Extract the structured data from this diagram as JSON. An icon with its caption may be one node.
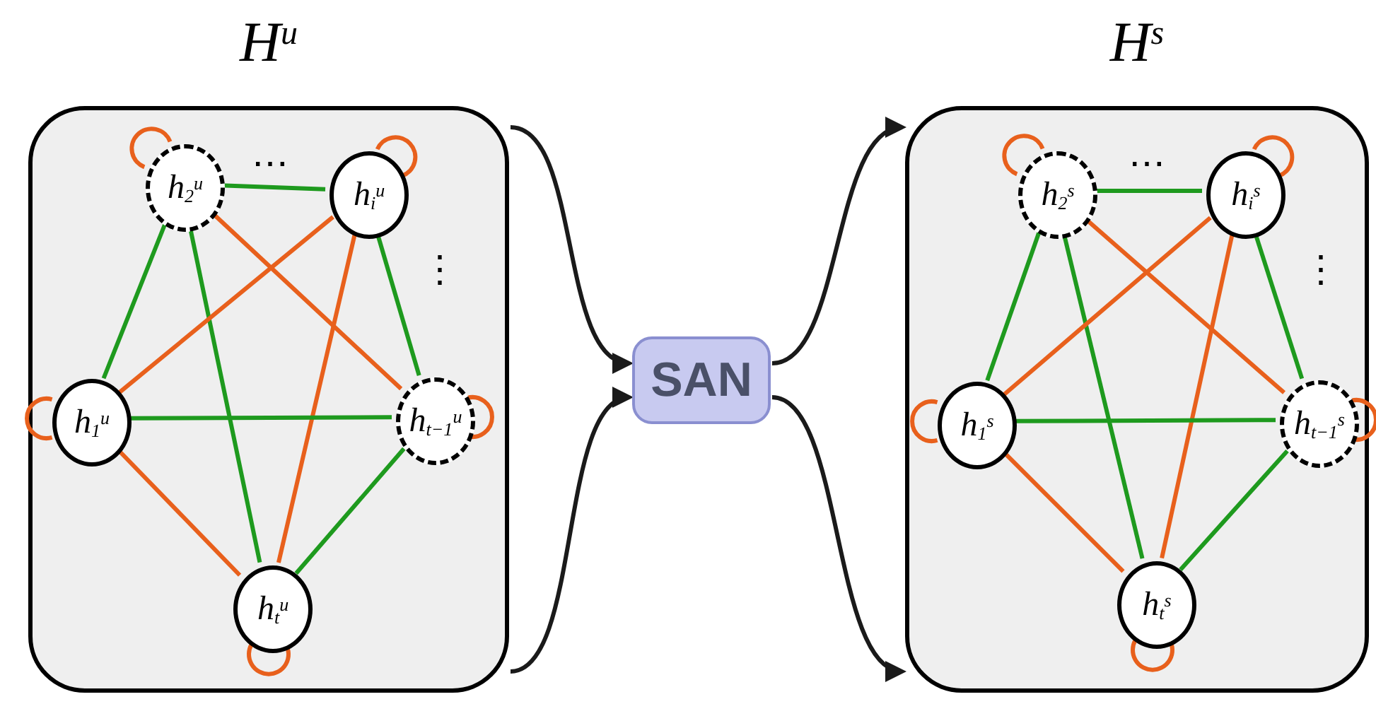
{
  "diagram": {
    "nodes": [
      {
        "text": [
          "H$^{u}$"
        ]
      },
      {
        "text": [
          "h$_{2}$$^{u}$"
        ],
        "in": 0
      },
      {
        "text": [
          "h$_{i}$$^{u}$"
        ],
        "in": 0
      },
      {
        "text": [
          "h$_{1}$$^{u}$"
        ],
        "in": 0
      },
      {
        "text": [
          "h$_{t−1}$$^{u}$"
        ],
        "in": 0
      },
      {
        "text": [
          "h$_{t}$$^{u}$"
        ],
        "in": 0
      },
      {
        "text": [
          "SAN"
        ]
      },
      {
        "text": [
          "H$^{s}$"
        ]
      },
      {
        "text": [
          "h$_{2}$$^{s}$"
        ],
        "in": 7
      },
      {
        "text": [
          "h$_{i}$$^{s}$"
        ],
        "in": 7
      },
      {
        "text": [
          "h$_{1}$$^{s}$"
        ],
        "in": 7
      },
      {
        "text": [
          "h$_{t−1}$$^{s}$"
        ],
        "in": 7
      },
      {
        "text": [
          "h$_{t}$$^{s}$"
        ],
        "in": 7
      }
    ],
    "edges": [
      {
        "from": 1,
        "to": 2,
        "arrow": "none",
        "color": "#1e9a1e"
      },
      {
        "from": 1,
        "to": 3,
        "arrow": "none",
        "color": "#1e9a1e"
      },
      {
        "from": 1,
        "to": 5,
        "arrow": "none",
        "color": "#1e9a1e"
      },
      {
        "from": 1,
        "to": 4,
        "arrow": "none"
      },
      {
        "from": 2,
        "to": 3,
        "arrow": "none"
      },
      {
        "from": 2,
        "to": 5,
        "arrow": "none"
      },
      {
        "from": 2,
        "to": 4,
        "arrow": "none",
        "color": "#1e9a1e"
      },
      {
        "from": 3,
        "to": 4,
        "arrow": "none",
        "color": "#1e9a1e"
      },
      {
        "from": 3,
        "to": 5,
        "arrow": "none"
      },
      {
        "from": 5,
        "to": 4,
        "arrow": "none",
        "color": "#1e9a1e"
      },
      {
        "from": 1,
        "to": 1,
        "arrow": "none"
      },
      {
        "from": 2,
        "to": 2,
        "arrow": "none"
      },
      {
        "from": 3,
        "to": 3,
        "arrow": "none"
      },
      {
        "from": 4,
        "to": 4,
        "arrow": "none"
      },
      {
        "from": 5,
        "to": 5,
        "arrow": "none"
      },
      {
        "from": 0,
        "to": 6,
        "arrow": "to",
        "color": "#1a1a1a"
      },
      {
        "from": 0,
        "to": 6,
        "arrow": "to",
        "color": "#1a1a1a"
      },
      {
        "from": 6,
        "to": 7,
        "arrow": "to",
        "color": "#1a1a1a"
      },
      {
        "from": 6,
        "to": 7,
        "arrow": "to",
        "color": "#1a1a1a"
      },
      {
        "from": 8,
        "to": 9,
        "arrow": "none",
        "color": "#1e9a1e"
      },
      {
        "from": 8,
        "to": 10,
        "arrow": "none",
        "color": "#1e9a1e"
      },
      {
        "from": 8,
        "to": 12,
        "arrow": "none",
        "color": "#1e9a1e"
      },
      {
        "from": 8,
        "to": 11,
        "arrow": "none"
      },
      {
        "from": 9,
        "to": 10,
        "arrow": "none"
      },
      {
        "from": 9,
        "to": 12,
        "arrow": "none"
      },
      {
        "from": 9,
        "to": 11,
        "arrow": "none",
        "color": "#1e9a1e"
      },
      {
        "from": 10,
        "to": 11,
        "arrow": "none",
        "color": "#1e9a1e"
      },
      {
        "from": 10,
        "to": 12,
        "arrow": "none"
      },
      {
        "from": 12,
        "to": 11,
        "arrow": "none",
        "color": "#1e9a1e"
      },
      {
        "from": 8,
        "to": 8,
        "arrow": "none"
      },
      {
        "from": 9,
        "to": 9,
        "arrow": "none"
      },
      {
        "from": 10,
        "to": 10,
        "arrow": "none"
      },
      {
        "from": 11,
        "to": 11,
        "arrow": "none"
      },
      {
        "from": 12,
        "to": 12,
        "arrow": "none"
      }
    ],
    "labels": [
      "⋯",
      "⋮",
      "⋯",
      "⋮"
    ]
  }
}
